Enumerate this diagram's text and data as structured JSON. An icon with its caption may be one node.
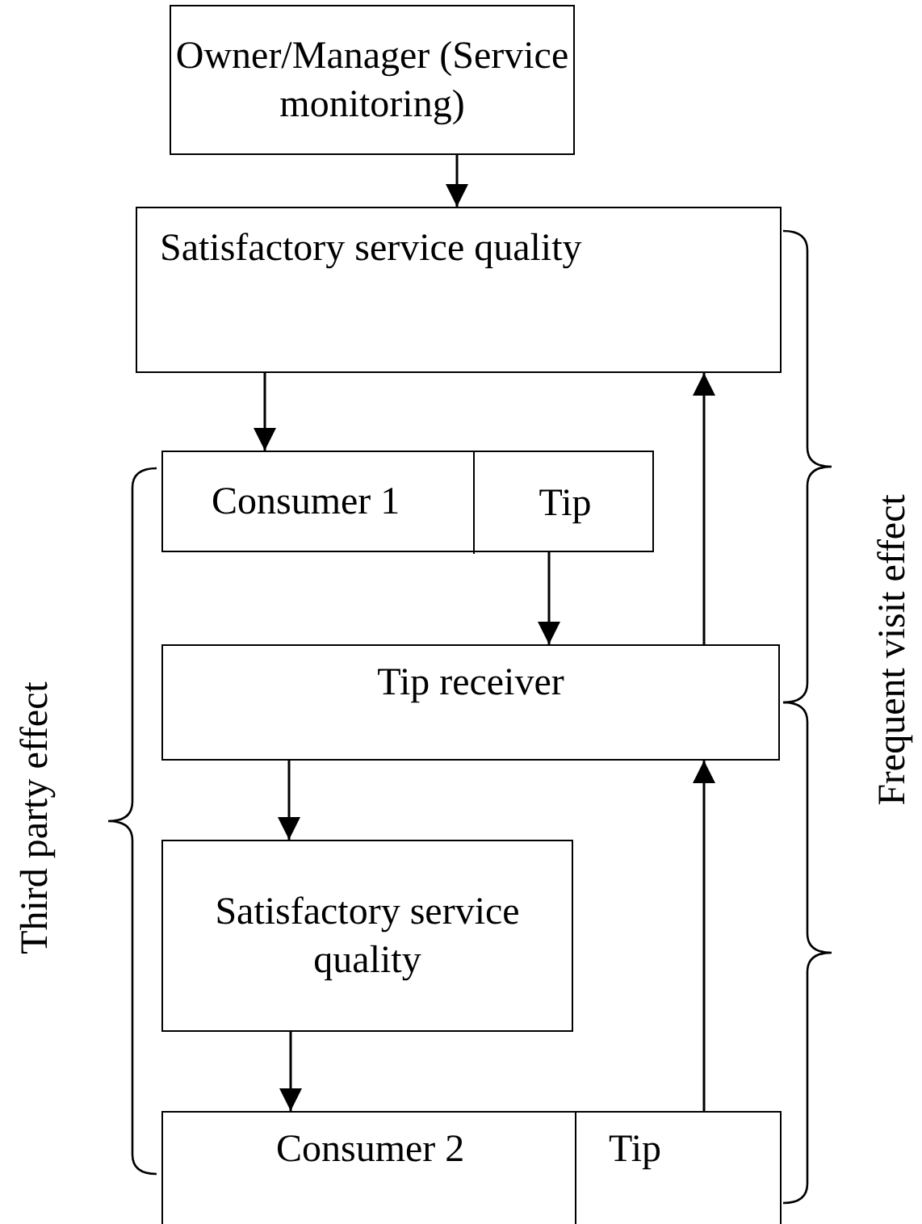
{
  "diagram": {
    "nodes": [
      {
        "text": [
          "Owner/Manager (Service monitoring)"
        ]
      },
      {
        "text": [
          "Satisfactory service quality"
        ]
      },
      {
        "text": [
          "Consumer 1"
        ]
      },
      {
        "text": [
          "Tip"
        ],
        "in": 2
      },
      {
        "text": [
          "Tip receiver"
        ]
      },
      {
        "text": [
          "Satisfactory service quality"
        ]
      },
      {
        "text": [
          "Consumer 2"
        ]
      },
      {
        "text": [
          "Tip"
        ],
        "in": 6
      }
    ],
    "edges": [
      {
        "from": 0,
        "to": 1,
        "arrow": "to"
      },
      {
        "from": 1,
        "to": 2,
        "arrow": "to"
      },
      {
        "from": 3,
        "to": 4,
        "arrow": "to"
      },
      {
        "from": 4,
        "to": 1,
        "arrow": "to"
      },
      {
        "from": 4,
        "to": 5,
        "arrow": "to"
      },
      {
        "from": 5,
        "to": 6,
        "arrow": "to"
      },
      {
        "from": 7,
        "to": 4,
        "arrow": "to"
      }
    ],
    "labels": [
      "Third party effect",
      "Frequent visit effect"
    ]
  }
}
